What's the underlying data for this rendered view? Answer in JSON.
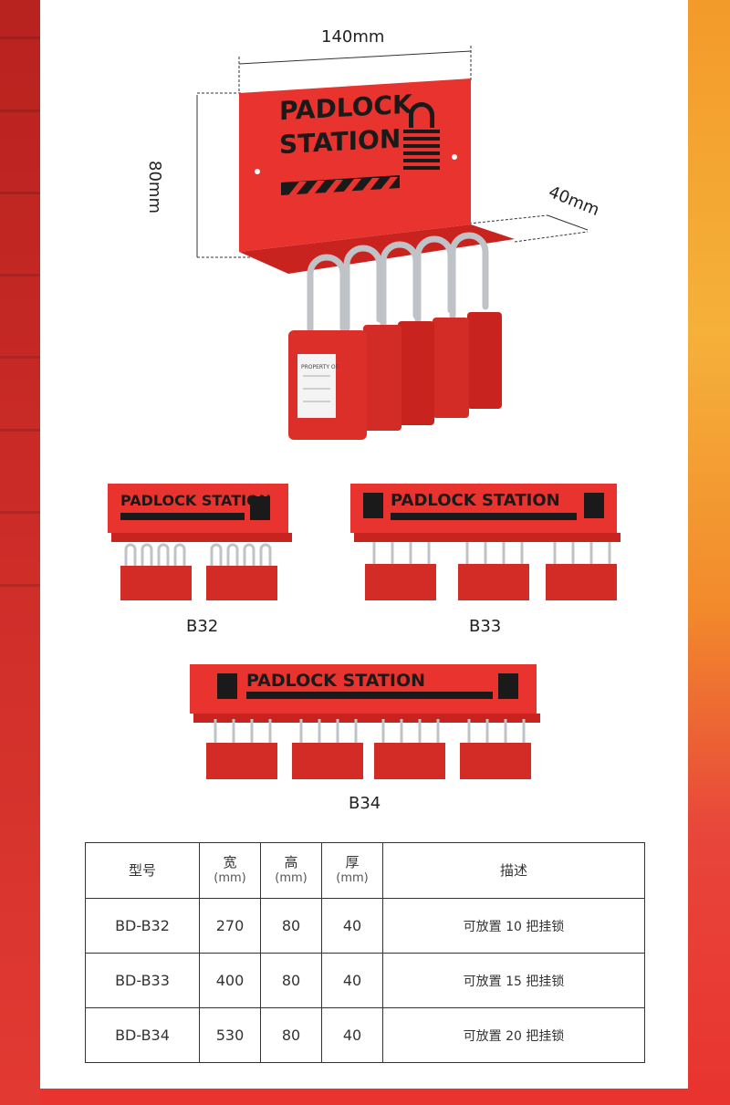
{
  "hero": {
    "width_label": "140mm",
    "height_label": "80mm",
    "depth_label": "40mm",
    "sign_line1": "PADLOCK",
    "sign_line2": "STATION",
    "tag_text": "PROPERTY OF"
  },
  "variants": [
    {
      "name": "B32",
      "sign": "PADLOCK STATION"
    },
    {
      "name": "B33",
      "sign": "PADLOCK  STATION"
    },
    {
      "name": "B34",
      "sign": "PADLOCK    STATION"
    }
  ],
  "table": {
    "headers": [
      {
        "label": "型号",
        "unit": ""
      },
      {
        "label": "宽",
        "unit": "(mm)"
      },
      {
        "label": "高",
        "unit": "(mm)"
      },
      {
        "label": "厚",
        "unit": "(mm)"
      },
      {
        "label": "描述",
        "unit": ""
      }
    ],
    "rows": [
      [
        "BD-B32",
        "270",
        "80",
        "40",
        "可放置 10 把挂锁"
      ],
      [
        "BD-B33",
        "400",
        "80",
        "40",
        "可放置 15 把挂锁"
      ],
      [
        "BD-B34",
        "530",
        "80",
        "40",
        "可放置 20 把挂锁"
      ]
    ]
  },
  "colors": {
    "brand_red": "#e8332e",
    "lock_red": "#d32b26",
    "sign_black": "#1a1a1a"
  }
}
